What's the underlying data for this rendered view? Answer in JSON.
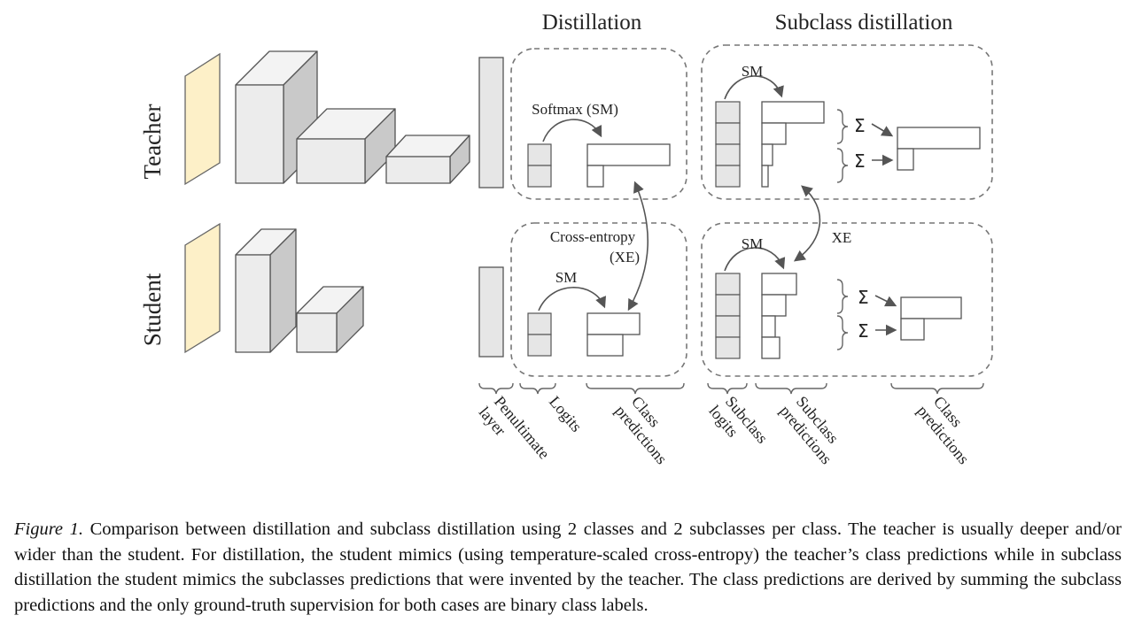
{
  "figure": {
    "headers": {
      "distillation": "Distillation",
      "subclass": "Subclass distillation"
    },
    "rows": {
      "teacher": "Teacher",
      "student": "Student"
    },
    "annotations": {
      "softmax": "Softmax (SM)",
      "sm": "SM",
      "cross_entropy": "Cross-entropy",
      "xe_paren": "(XE)",
      "xe": "XE",
      "sigma": "Σ"
    },
    "bottom_labels": {
      "penultimate": [
        "Penultimate",
        "layer"
      ],
      "logits": [
        "Logits"
      ],
      "class_predictions": [
        "Class",
        "predictions"
      ],
      "subclass_logits": [
        "Subclass",
        "logits"
      ],
      "subclass_predictions": [
        "Subclass",
        "predictions"
      ],
      "class_predictions_2": [
        "Class",
        "predictions"
      ]
    }
  },
  "caption": {
    "label": "Figure 1.",
    "text": "Comparison between distillation and subclass distillation using 2 classes and 2 subclasses per class. The teacher is usually deeper and/or wider than the student. For distillation, the student mimics (using temperature-scaled cross-entropy) the teacher’s class predictions while in subclass distillation the student mimics the subclasses predictions that were invented by the teacher. The class predictions are derived by summing the subclass predictions and the only ground-truth supervision for both cases are binary class labels."
  },
  "colors": {
    "input_plane": "#fdf0c8",
    "box_front": "#ececec",
    "box_side": "#c9c9c9",
    "logit_cell": "#e6e6e6"
  }
}
